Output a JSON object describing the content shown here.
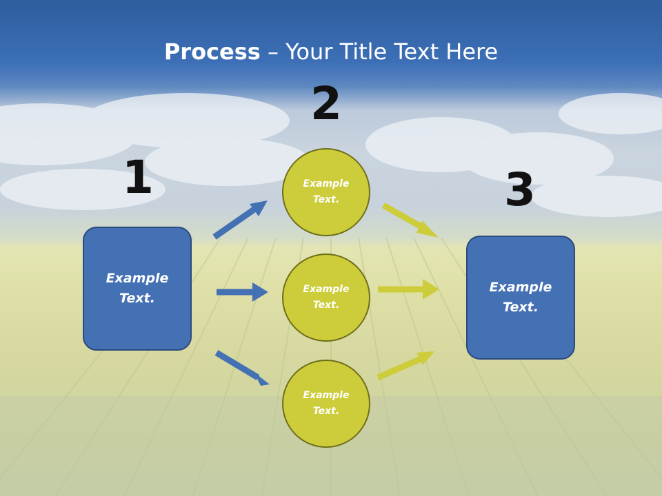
{
  "title": {
    "bold": "Process",
    "rest": " – Your Title Text Here"
  },
  "steps": {
    "one": "1",
    "two": "2",
    "three": "3"
  },
  "left_box": {
    "text": "Example Text."
  },
  "right_box": {
    "text": "Example Text."
  },
  "circles": [
    {
      "text": "Example Text."
    },
    {
      "text": "Example Text."
    },
    {
      "text": "Example Text."
    }
  ],
  "colors": {
    "box_fill": "#4470b4",
    "circle_fill": "#cdcc3a",
    "blue_arrow": "#4470b4",
    "yellow_arrow": "#cdcc3a"
  },
  "icons": {
    "in_arrows": "arrow-right-icon",
    "out_arrows": "arrow-right-icon"
  }
}
